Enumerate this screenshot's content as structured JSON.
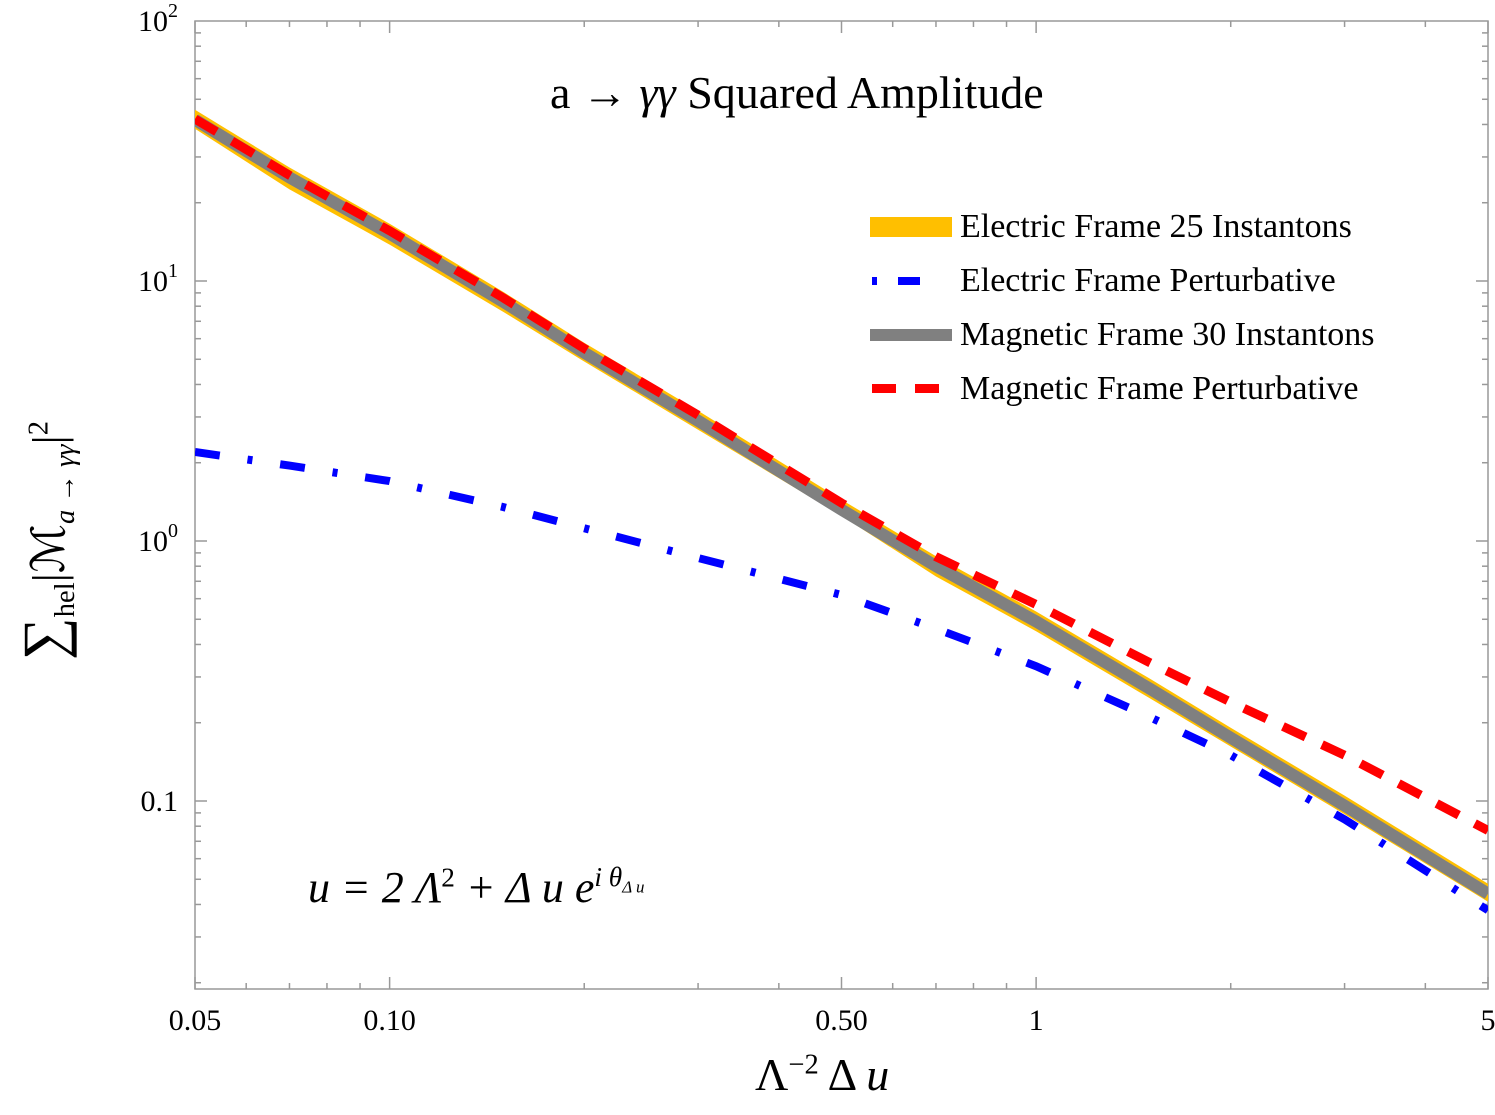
{
  "chart_data": {
    "type": "line",
    "title": "a → γγ Squared Amplitude",
    "xlabel": "Λ⁻² Δ u",
    "ylabel": "∑_hel |ℳ_{a → γγ}|²",
    "xscale": "log",
    "yscale": "log",
    "xlim": [
      0.05,
      5
    ],
    "ylim": [
      0.02,
      100
    ],
    "grid": false,
    "legend_position": "upper right",
    "x_ticks": [
      "0.05",
      "0.10",
      "0.50",
      "1",
      "5"
    ],
    "x_tick_values": [
      0.05,
      0.1,
      0.5,
      1,
      5
    ],
    "y_ticks": [
      "10^2",
      "10^1",
      "10^0",
      "0.1"
    ],
    "y_tick_values": [
      100,
      10,
      1,
      0.1
    ],
    "annotation": "u = 2 Λ² + Δ u e^{i θ_{Δ u}}",
    "x": [
      0.05,
      0.07,
      0.1,
      0.15,
      0.2,
      0.3,
      0.5,
      0.7,
      1,
      1.5,
      2,
      3,
      5
    ],
    "series": [
      {
        "name": "Electric Frame 25 Instantons",
        "style": "band",
        "color": "#FFBF00",
        "values": [
          38.5,
          22.5,
          13.8,
          7.6,
          4.9,
          2.68,
          1.25,
          0.73,
          0.45,
          0.248,
          0.162,
          0.089,
          0.041
        ]
      },
      {
        "name": "Electric Frame Perturbative",
        "style": "dot-dash",
        "color": "#0000FF",
        "values": [
          2.2,
          1.95,
          1.7,
          1.35,
          1.12,
          0.86,
          0.62,
          0.46,
          0.33,
          0.21,
          0.15,
          0.085,
          0.038
        ]
      },
      {
        "name": "Magnetic Frame 30 Instantons",
        "style": "solid",
        "color": "#808080",
        "values": [
          41.7,
          25,
          15.2,
          8.3,
          5.3,
          2.9,
          1.32,
          0.8,
          0.49,
          0.27,
          0.175,
          0.096,
          0.044
        ]
      },
      {
        "name": "Magnetic Frame Perturbative",
        "style": "dashed",
        "color": "#FF0000",
        "values": [
          42,
          25.5,
          15.6,
          8.6,
          5.5,
          3.05,
          1.4,
          0.87,
          0.57,
          0.34,
          0.24,
          0.15,
          0.077
        ]
      }
    ]
  },
  "title": {
    "prefix": "a → ",
    "greek": "γγ",
    "suffix": " Squared Amplitude"
  },
  "legend": {
    "items": [
      {
        "label": "Electric Frame 25 Instantons"
      },
      {
        "label": "Electric Frame Perturbative"
      },
      {
        "label": "Magnetic Frame 30 Instantons"
      },
      {
        "label": "Magnetic Frame Perturbative"
      }
    ]
  },
  "axes": {
    "xlabel_main": "Λ",
    "xlabel_sup": "−2",
    "xlabel_tail": " Δ ",
    "xlabel_var": "u",
    "ylabel_sum": "∑",
    "ylabel_sub": "hel",
    "ylabel_body": "|ℳ",
    "ylabel_body_sub": "a → γγ",
    "ylabel_close": "|",
    "ylabel_sup": "2"
  },
  "annotation": {
    "lhs": "u = 2 Λ",
    "sup2": "2",
    "mid": " + Δ u e",
    "exp": "i θ",
    "exp_sub": "Δ u"
  }
}
